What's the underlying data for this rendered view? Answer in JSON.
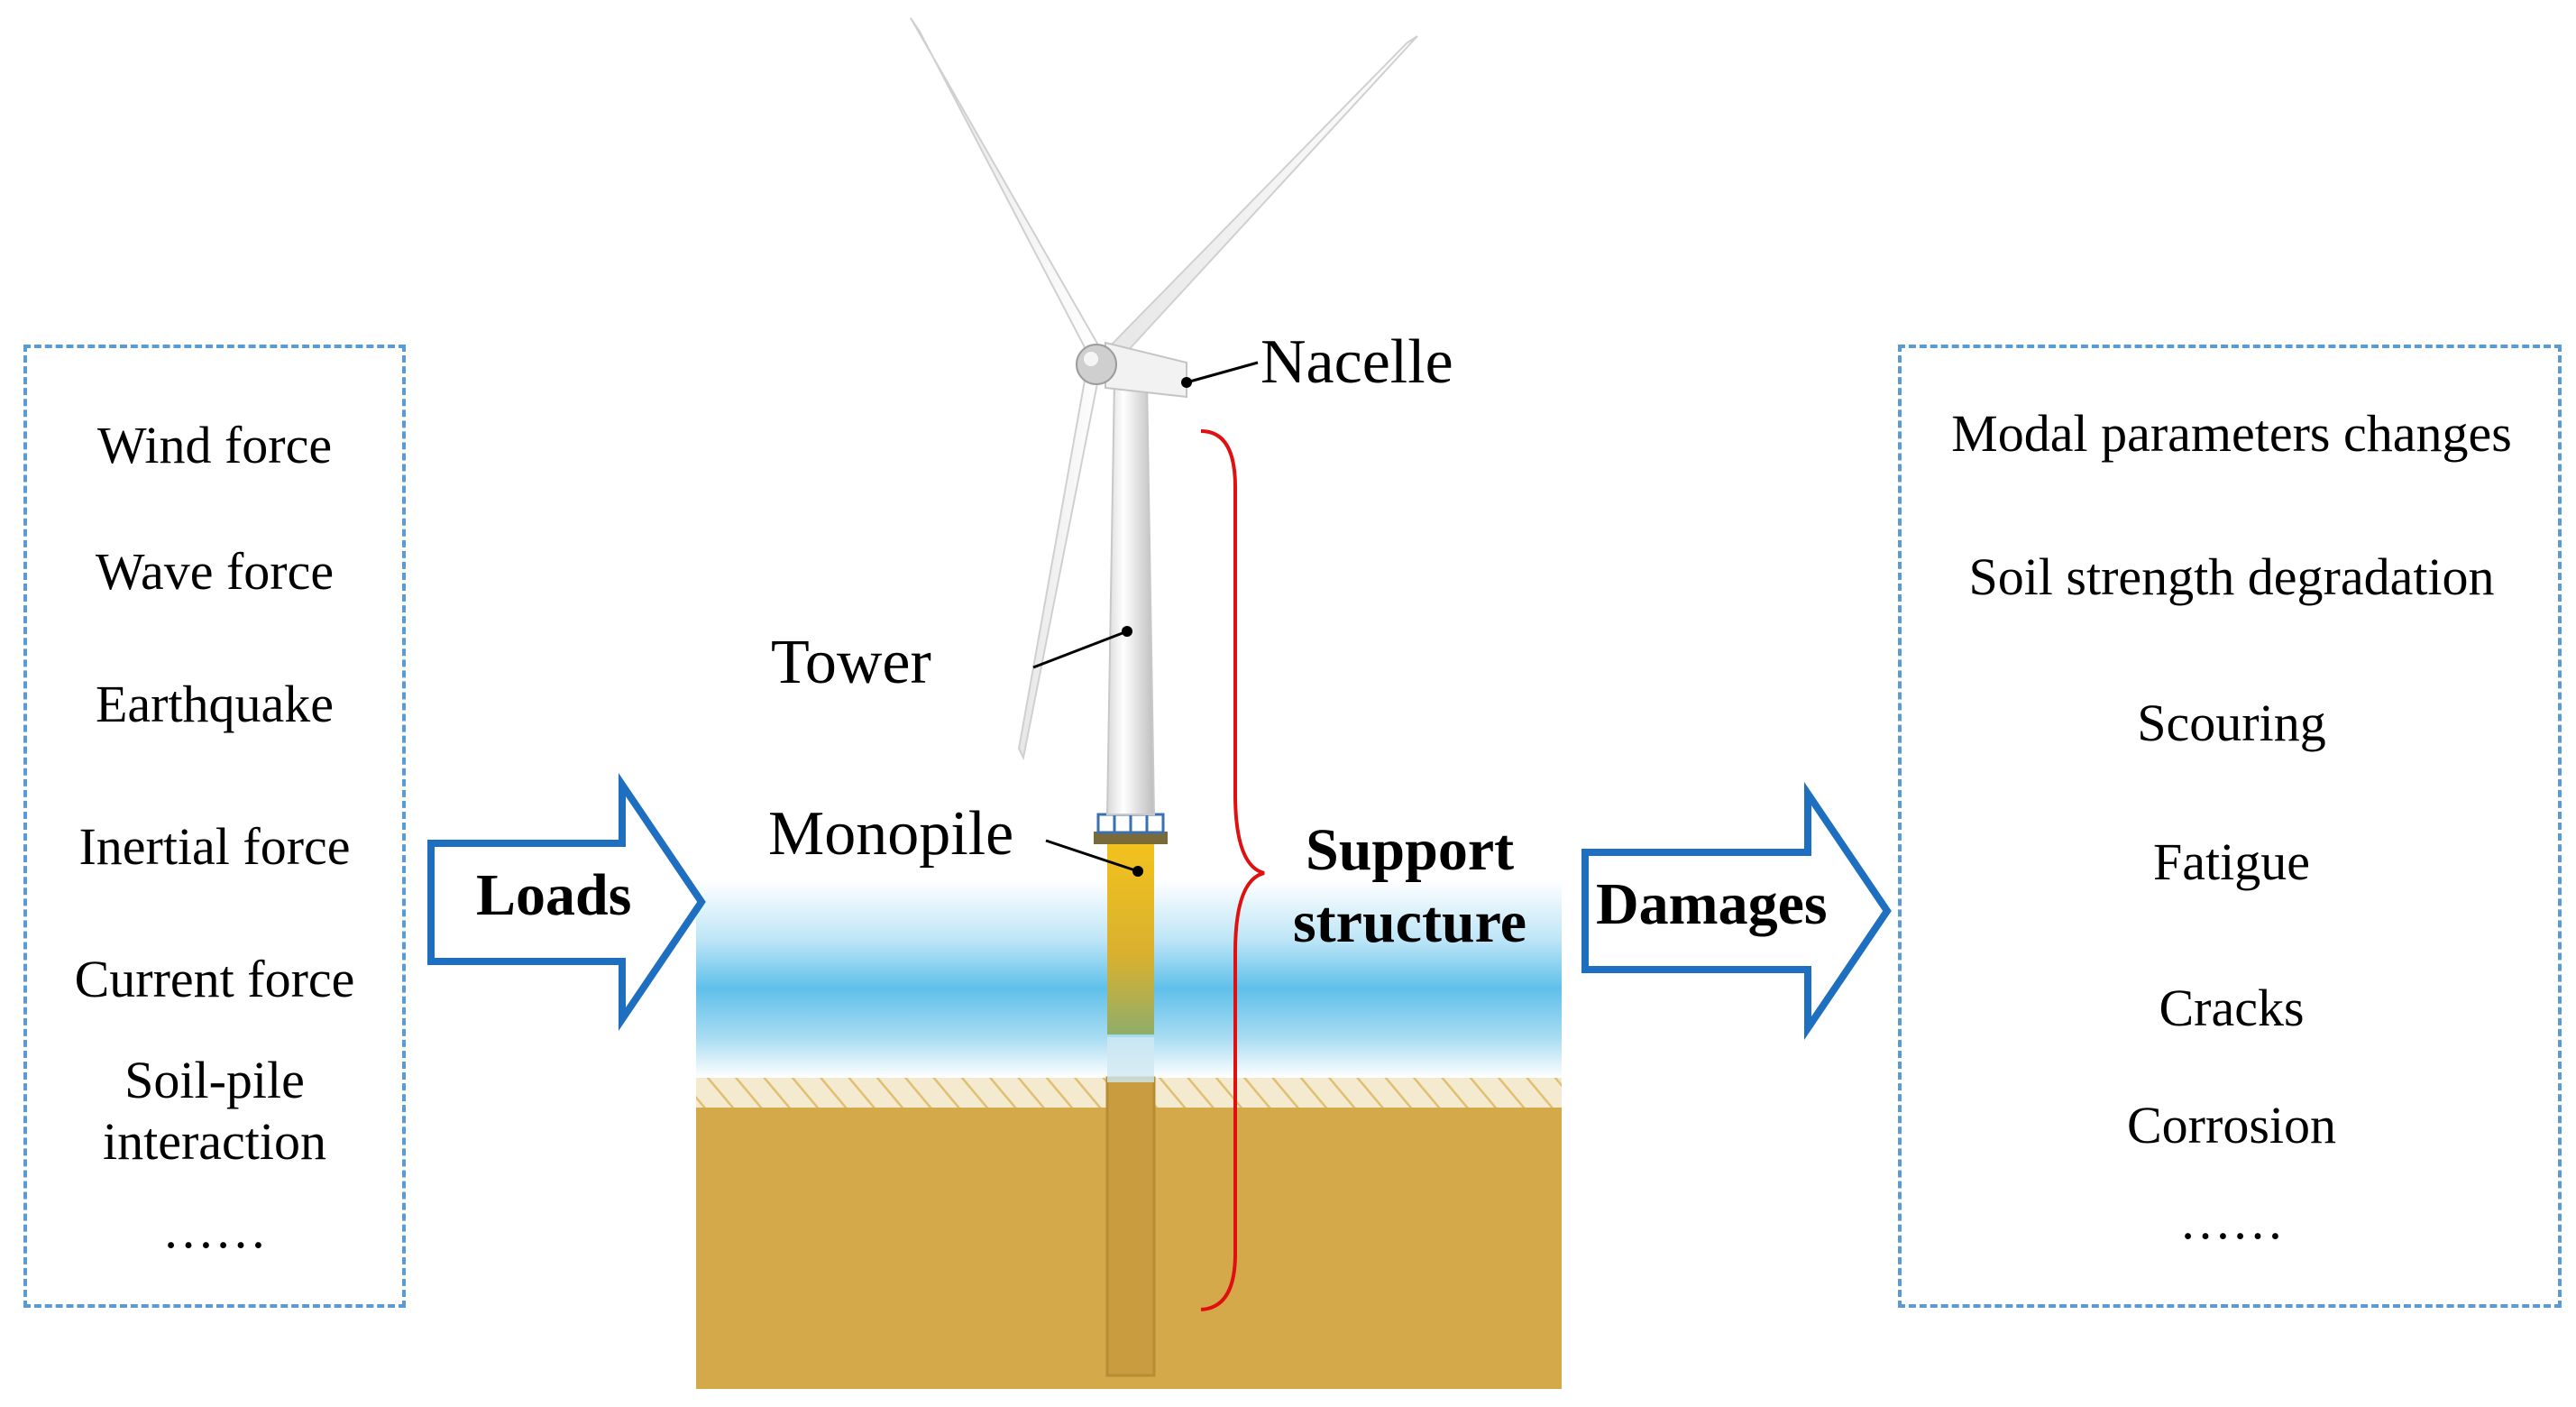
{
  "loads": {
    "arrow_label": "Loads",
    "items": [
      "Wind force",
      "Wave force",
      "Earthquake",
      "Inertial force",
      "Current force",
      "Soil-pile",
      "interaction",
      "……"
    ]
  },
  "damages": {
    "arrow_label": "Damages",
    "items": [
      "Modal parameters changes",
      "Soil strength degradation",
      "Scouring",
      "Fatigue",
      "Cracks",
      "Corrosion",
      "……"
    ]
  },
  "turbine": {
    "nacelle_label": "Nacelle",
    "tower_label": "Tower",
    "monopile_label": "Monopile",
    "support_label_line1": "Support",
    "support_label_line2": "structure"
  },
  "colors": {
    "box_border": "#5b9bd5",
    "arrow_border": "#1f6fc0",
    "brace": "#e01010",
    "seabed": "#d4a94a",
    "sea": "#6ec6ec",
    "monopile": "#e8b51e"
  }
}
